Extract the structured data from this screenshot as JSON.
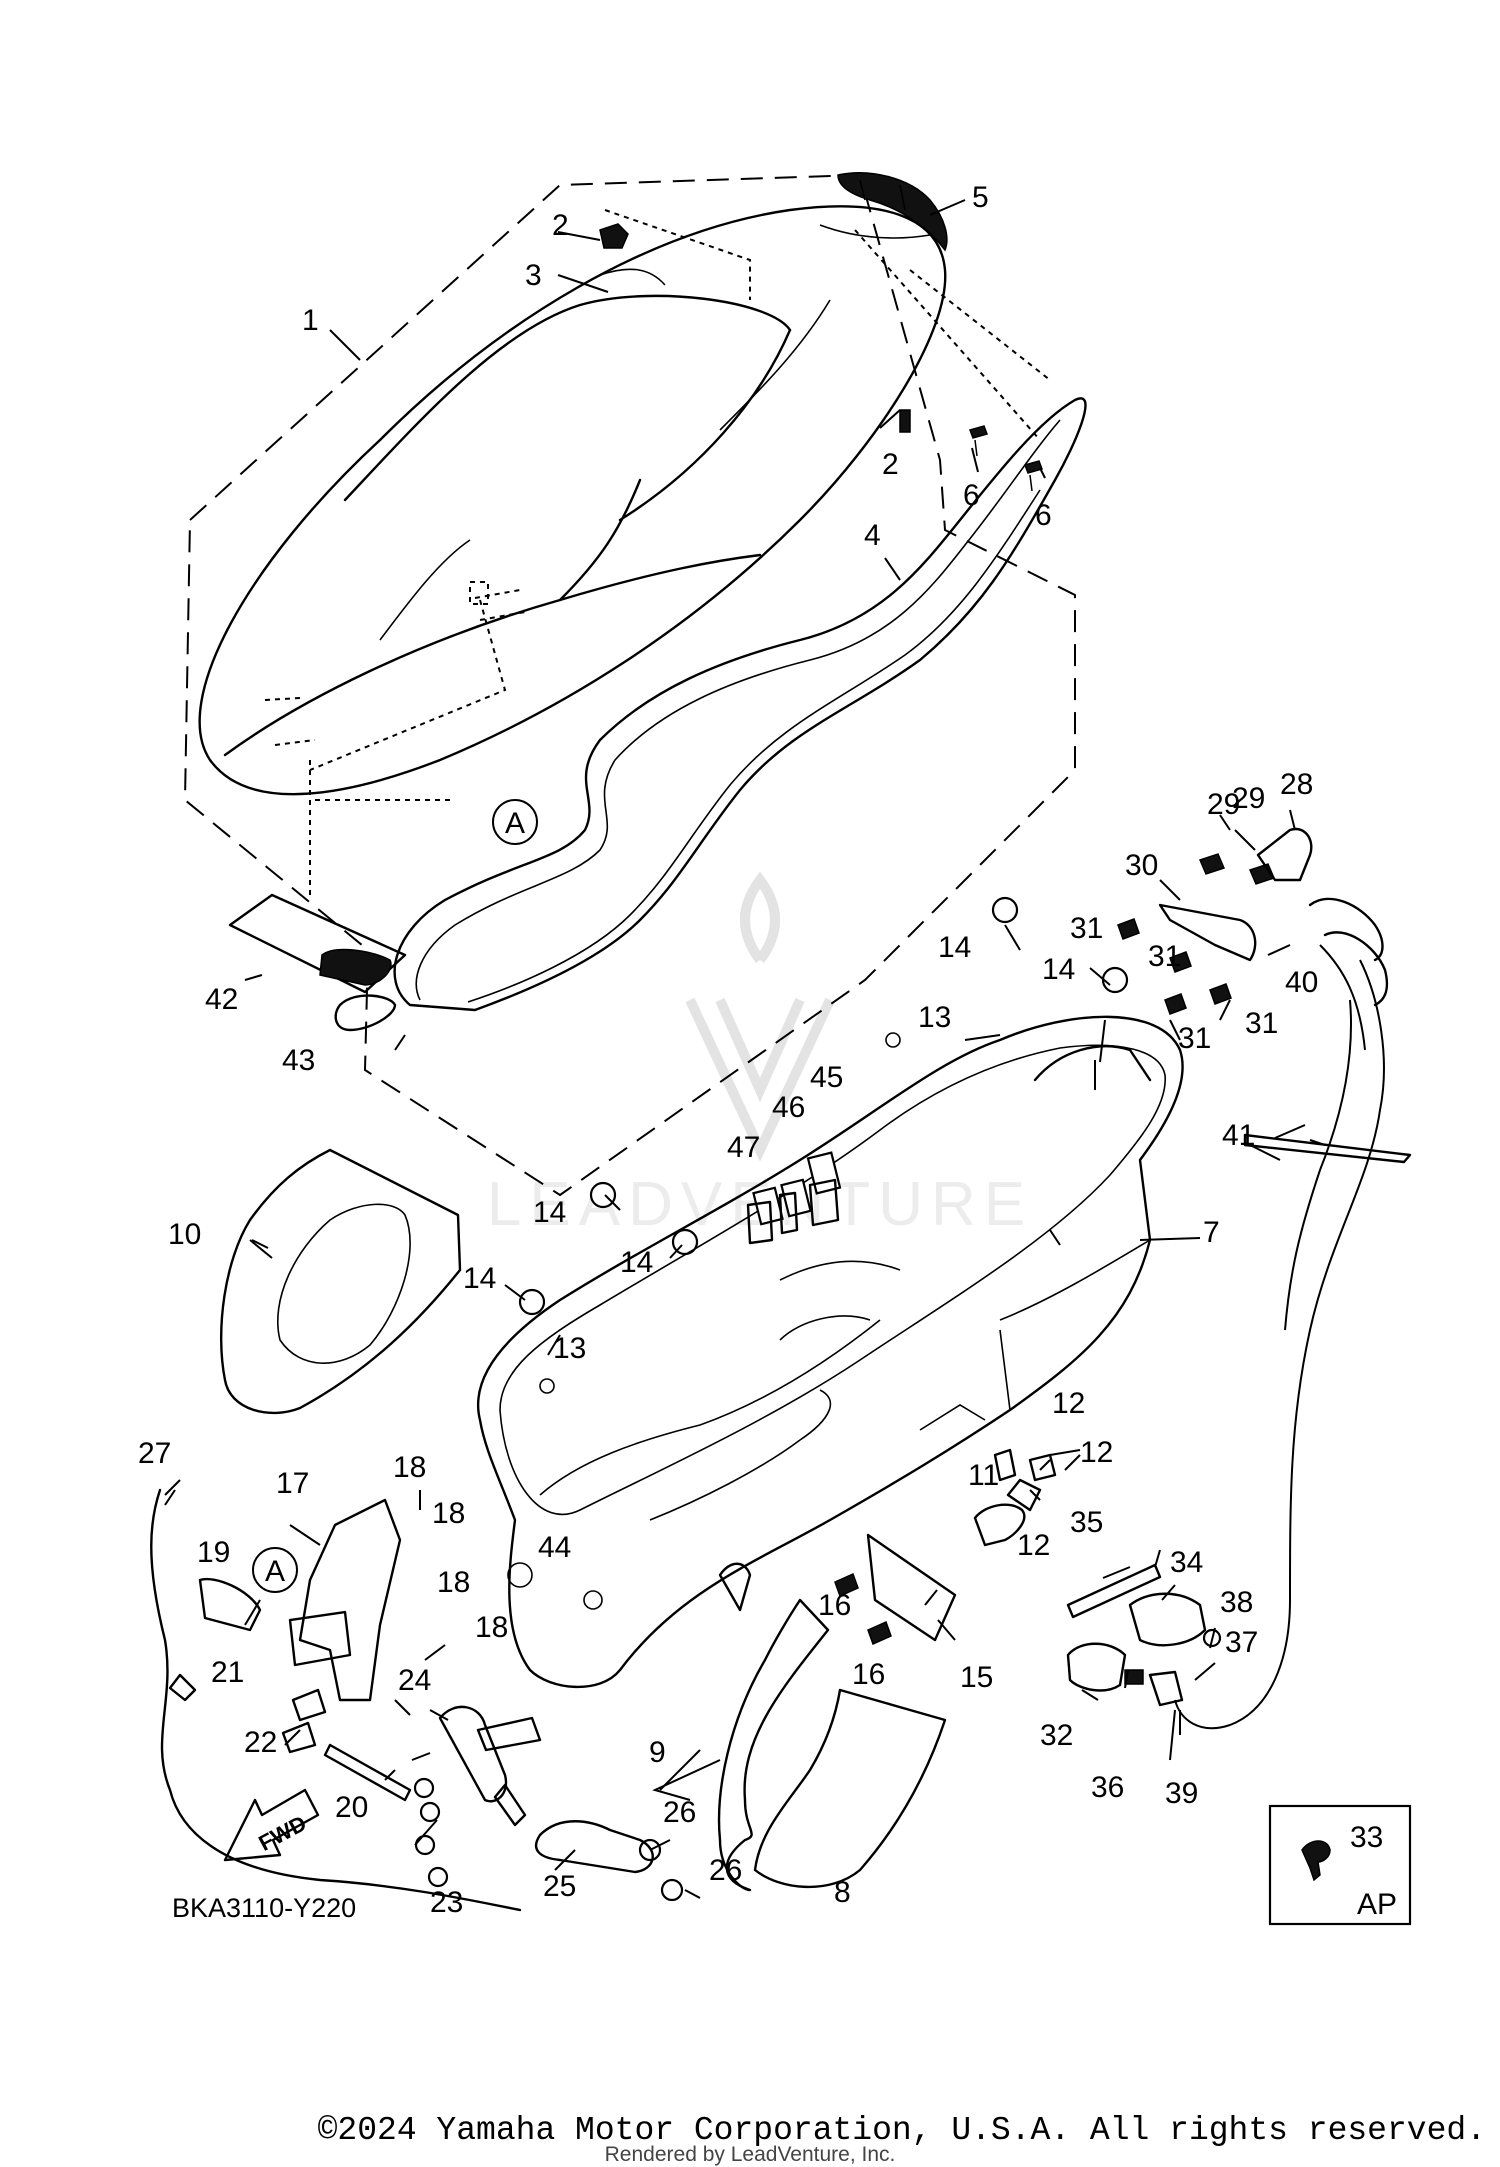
{
  "diagram": {
    "code": "BKA3110-Y220",
    "fwd_label": "FWD",
    "box_label": "AP",
    "box_item": "33",
    "watermark": "LEADVENTURE",
    "ref_markers": [
      "A",
      "A"
    ],
    "callouts": [
      "1",
      "2",
      "2",
      "3",
      "4",
      "5",
      "6",
      "6",
      "7",
      "8",
      "9",
      "10",
      "11",
      "12",
      "12",
      "12",
      "13",
      "13",
      "14",
      "14",
      "14",
      "14",
      "14",
      "15",
      "16",
      "16",
      "17",
      "18",
      "18",
      "18",
      "18",
      "19",
      "20",
      "21",
      "22",
      "23",
      "24",
      "25",
      "26",
      "26",
      "27",
      "28",
      "29",
      "29",
      "30",
      "31",
      "31",
      "31",
      "31",
      "32",
      "34",
      "35",
      "36",
      "37",
      "38",
      "39",
      "40",
      "41",
      "42",
      "43",
      "44",
      "45",
      "46",
      "47"
    ]
  },
  "footer": {
    "copyright": "©2024 Yamaha Motor Corporation, U.S.A. All rights reserved.",
    "rendered_by": "Rendered by LeadVenture, Inc."
  }
}
